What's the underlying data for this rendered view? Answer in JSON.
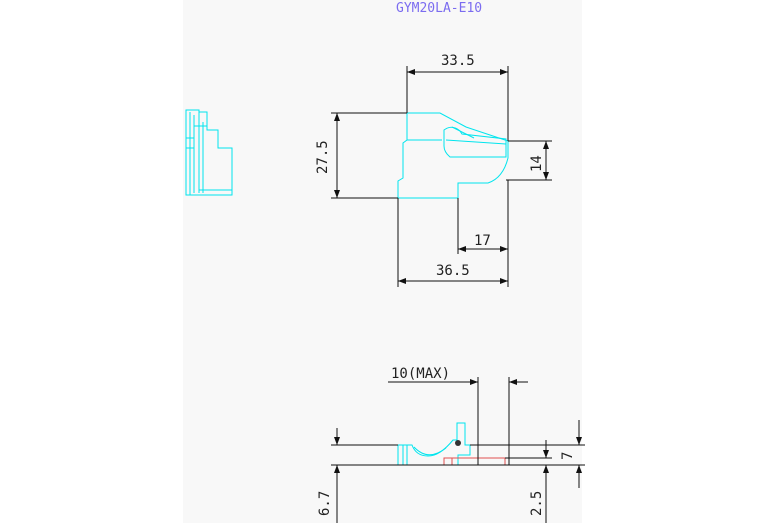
{
  "title": "GYM20LA-E10",
  "colors": {
    "title": "#7b6cf0",
    "part_outline": "#00e5ee",
    "dimension": "#111111",
    "hidden_part": "#e05050",
    "sheet": "#f8f8f8"
  },
  "dimensions": {
    "top_width": "33.5",
    "left_height": "27.5",
    "right_height": "14",
    "inner_width": "17",
    "total_width": "36.5",
    "max_offset": "10(MAX)",
    "right_side_height": "7",
    "left_bottom_height": "6.7",
    "right_bottom_height": "2.5"
  }
}
